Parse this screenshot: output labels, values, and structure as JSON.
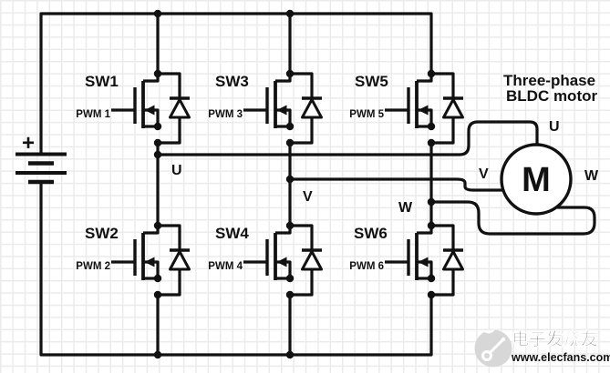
{
  "colors": {
    "wire": "#111111",
    "background": "#ffffff",
    "grid": "#ebebeb",
    "watermark": "#c6c6c6"
  },
  "battery": {
    "polarity": "+"
  },
  "bridge": {
    "switches": [
      {
        "label": "SW1",
        "pwm": "PWM 1"
      },
      {
        "label": "SW2",
        "pwm": "PWM 2"
      },
      {
        "label": "SW3",
        "pwm": "PWM 3"
      },
      {
        "label": "SW4",
        "pwm": "PWM 4"
      },
      {
        "label": "SW5",
        "pwm": "PWM 5"
      },
      {
        "label": "SW6",
        "pwm": "PWM 6"
      }
    ],
    "phase_labels": {
      "u": "U",
      "v": "V",
      "w": "W"
    }
  },
  "motor": {
    "annotation": [
      "Three-phase",
      "BLDC motor"
    ],
    "symbol": "M",
    "terminal_labels": {
      "u": "U",
      "v": "V",
      "w": "W"
    }
  },
  "watermark": {
    "brand": "电子发烧友",
    "site": "www.elecfans.com"
  }
}
